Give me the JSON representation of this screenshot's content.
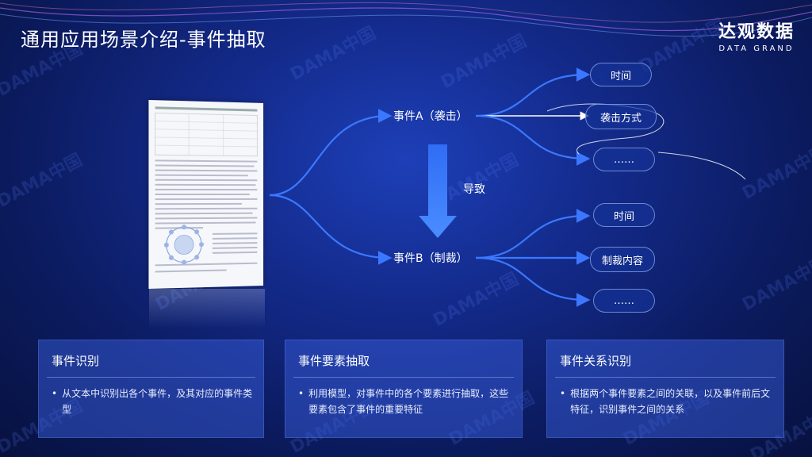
{
  "title": "通用应用场景介绍-事件抽取",
  "logo": {
    "cn": "达观数据",
    "en": "DATA GRAND"
  },
  "watermark": "DAMA中国",
  "diagram": {
    "event_a": "事件A（袭击）",
    "event_b": "事件B（制裁）",
    "relation": "导致",
    "a_elements": [
      "时间",
      "袭击方式",
      "……"
    ],
    "b_elements": [
      "时间",
      "制裁内容",
      "……"
    ]
  },
  "cards": [
    {
      "title": "事件识别",
      "text": "从文本中识别出各个事件，及其对应的事件类型"
    },
    {
      "title": "事件要素抽取",
      "text": "利用模型，对事件中的各个要素进行抽取，这些要素包含了事件的重要特征"
    },
    {
      "title": "事件关系识别",
      "text": "根据两个事件要素之间的关联，以及事件前后文特征，识别事件之间的关系"
    }
  ]
}
